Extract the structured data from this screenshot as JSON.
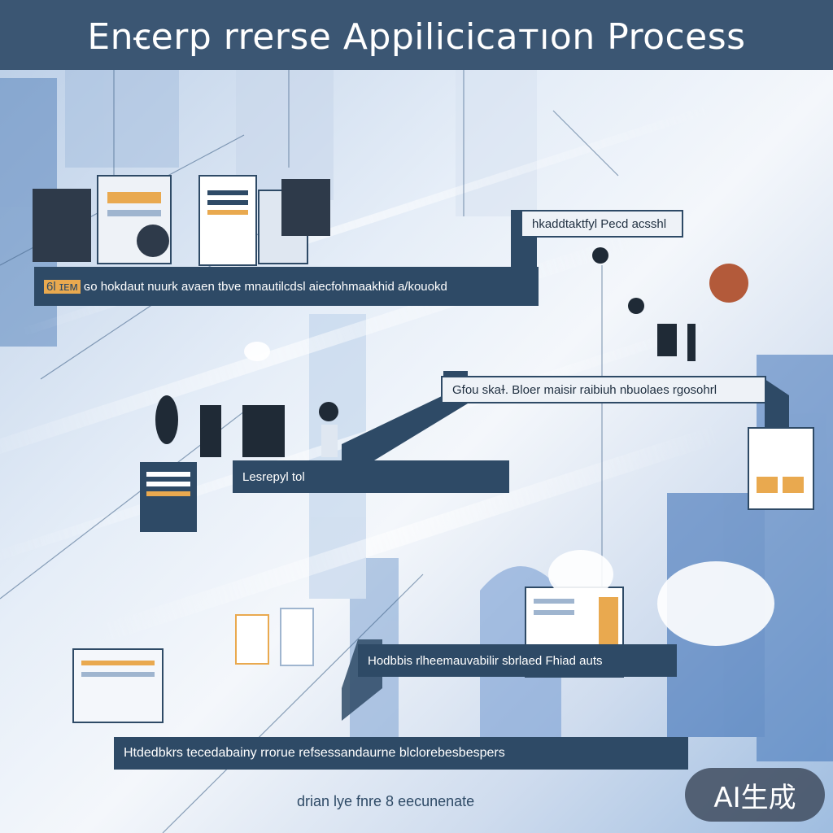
{
  "title": "Enꞓerp rrerse Appilicicaᴛıon Process",
  "steps": [
    {
      "highlight": "6l ɪᴇᴍ",
      "text": "ɢo hokdaut nuurk avaen  tbve mnautilcdsl  aiecfohmaakhid a/kouokd"
    },
    {
      "text": "hkaddtaktfyl Pecd acsshl"
    },
    {
      "text": "Gfou skaɫ. Bloer maisir raibiuh  nbuolaes rgosohrl"
    },
    {
      "text": "Lesrepyl tol"
    },
    {
      "text": "Hodbbis rlheemauvabilir sbrlaed Fhiad auts"
    },
    {
      "text": "Htdedbkrs  tecedabainy rrorue  refsessandaurne blclorebesbespers"
    }
  ],
  "footer_caption": "drian  lye fnre  8  eecunenate",
  "badge": "AI生成",
  "colors": {
    "banner": "#2e4a66",
    "accent": "#e9a94f",
    "title_bar": "#3b5673"
  }
}
